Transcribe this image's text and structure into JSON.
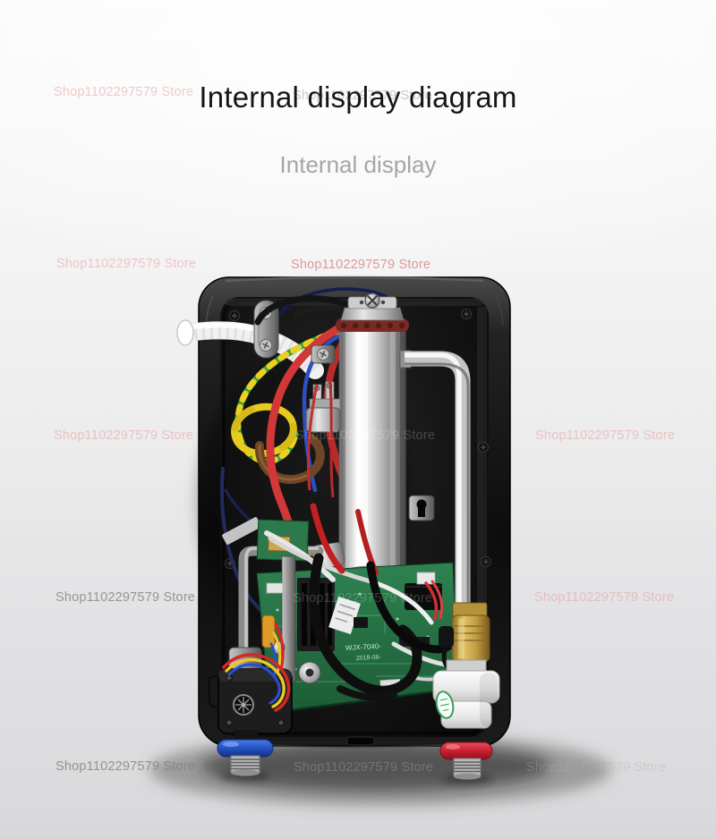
{
  "header": {
    "title": "Internal display diagram",
    "subtitle": "Internal display"
  },
  "watermark": {
    "text": "Shop1102297579 Store"
  },
  "photo": {
    "pcb_model_text": "WJX-7040-",
    "pcb_date_text": "2018-06-",
    "colors": {
      "case_black": "#141414",
      "tank_steel": "#d9d9d9",
      "pcb_green": "#27754a",
      "brass_valve": "#bf9c40",
      "cold_inlet_ring": "#2452c2",
      "hot_outlet_ring": "#c81f30",
      "ground_wire_green": "#2f9e3f",
      "ground_wire_yellow": "#ead020",
      "live_wire_red": "#c01e1e",
      "neutral_wire_blue": "#2d4fc4",
      "watermark_pink": "#e89e9e",
      "watermark_gray": "#969696"
    }
  }
}
